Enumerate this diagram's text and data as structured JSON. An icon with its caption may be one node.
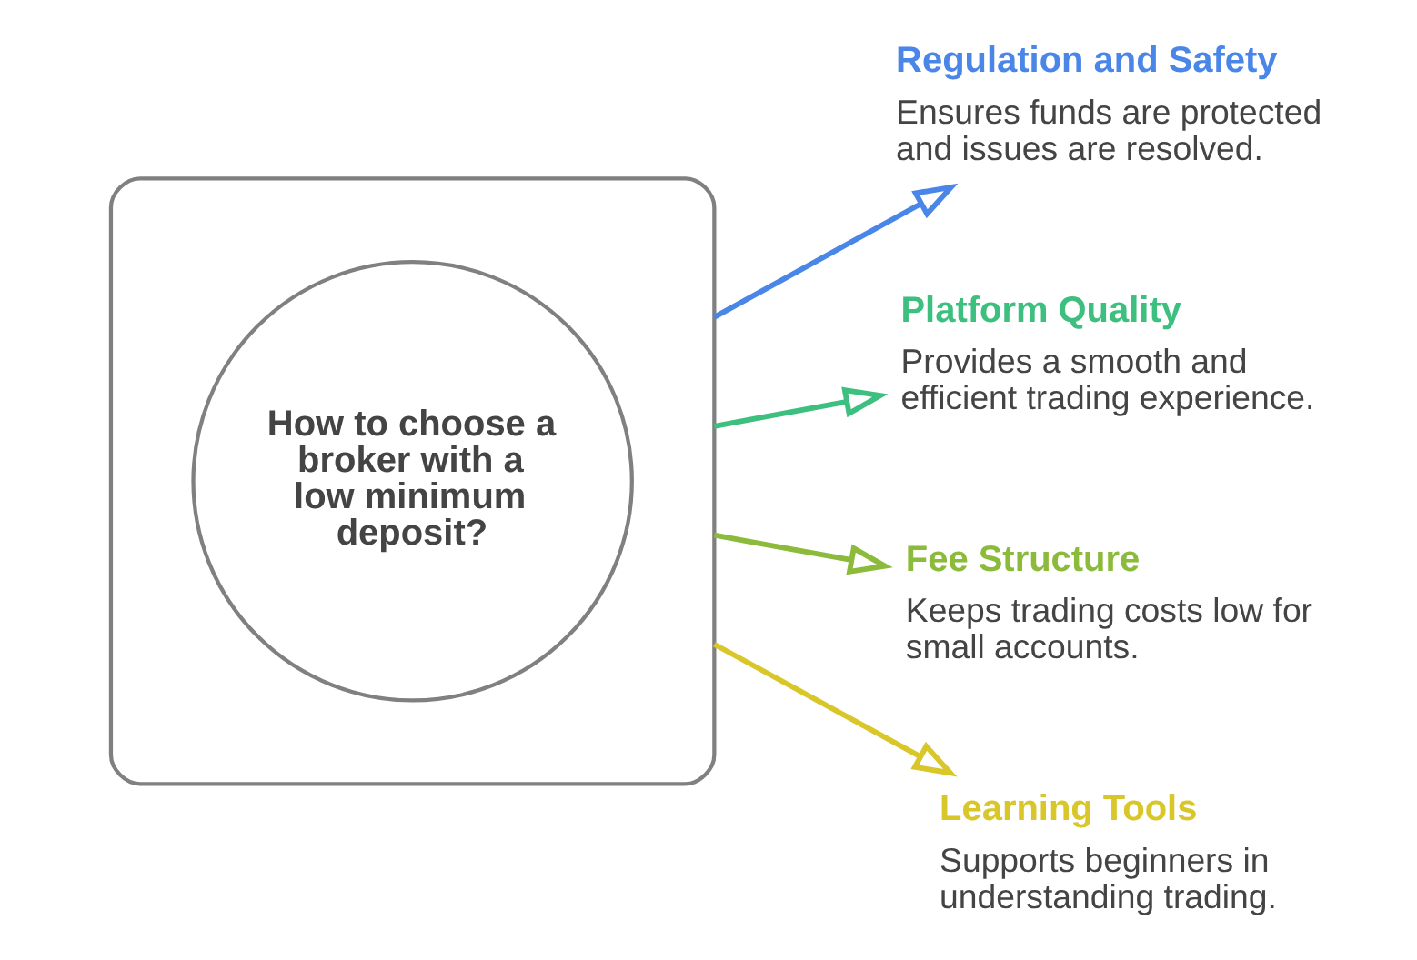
{
  "diagram": {
    "nodes": [
      {
        "text": [],
        "shape": "person"
      },
      {
        "text": [
          "How to choose a broker with a low minimum deposit?"
        ],
        "in": 0
      },
      {
        "text": [
          "Regulation and Safety",
          "Ensures funds are protected and issues are resolved."
        ]
      },
      {
        "text": [
          "Platform Quality",
          "Provides a smooth and efficient trading experience."
        ]
      },
      {
        "text": [
          "Fee Structure",
          "Keeps trading costs low for small accounts."
        ]
      },
      {
        "text": [
          "Learning Tools",
          "Supports beginners in understanding trading."
        ]
      }
    ],
    "edges": [
      {
        "from": 0,
        "to": 2,
        "arrow": "to",
        "color": "#4a86e8"
      },
      {
        "from": 0,
        "to": 3,
        "arrow": "to",
        "color": "#3dbf7f"
      },
      {
        "from": 0,
        "to": 4,
        "arrow": "to",
        "color": "#8cbb3c"
      },
      {
        "from": 0,
        "to": 5,
        "arrow": "to",
        "color": "#d9c72a"
      }
    ]
  }
}
